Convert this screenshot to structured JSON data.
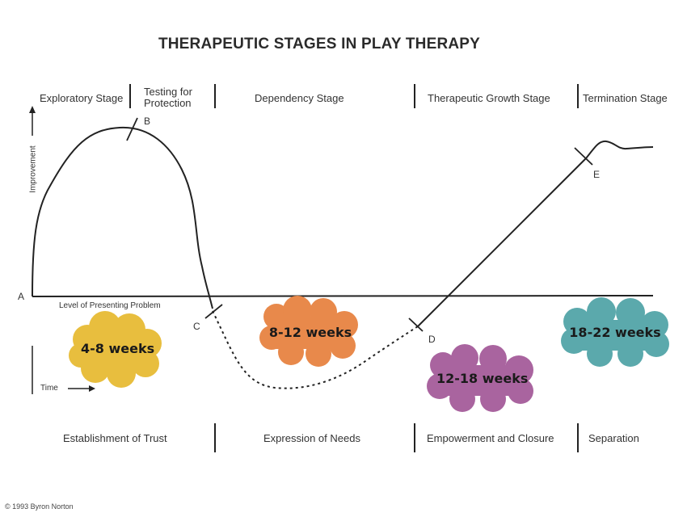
{
  "title": "THERAPEUTIC STAGES IN PLAY THERAPY",
  "stages": {
    "exploratory": "Exploratory Stage",
    "testing_line1": "Testing for",
    "testing_line2": "Protection",
    "dependency": "Dependency Stage",
    "growth": "Therapeutic Growth Stage",
    "termination": "Termination Stage"
  },
  "axis": {
    "improvement": "Improvement",
    "time": "Time",
    "baseline": "Level of Presenting Problem"
  },
  "points": {
    "a": "A",
    "b": "B",
    "c": "C",
    "d": "D",
    "e": "E"
  },
  "durations": {
    "d1": "4-8 weeks",
    "d2": "8-12 weeks",
    "d3": "12-18 weeks",
    "d4": "18-22 weeks"
  },
  "cloud_colors": {
    "d1": "#E8BE3E",
    "d2": "#E8894B",
    "d3": "#A9649F",
    "d4": "#5BA9AC"
  },
  "outcomes": {
    "trust": "Establishment of Trust",
    "needs": "Expression of Needs",
    "empowerment": "Empowerment and Closure",
    "separation": "Separation"
  },
  "copyright": "© 1993 Byron Norton"
}
